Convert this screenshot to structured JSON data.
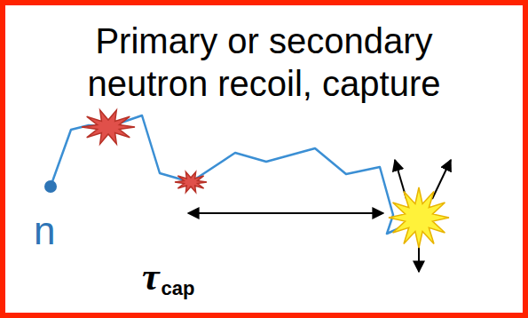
{
  "diagram": {
    "nodes": [
      {
        "text": [
          "Primary or secondary neutron recoil, capture"
        ]
      }
    ],
    "labels": [
      "n",
      "τ",
      "cap"
    ]
  }
}
